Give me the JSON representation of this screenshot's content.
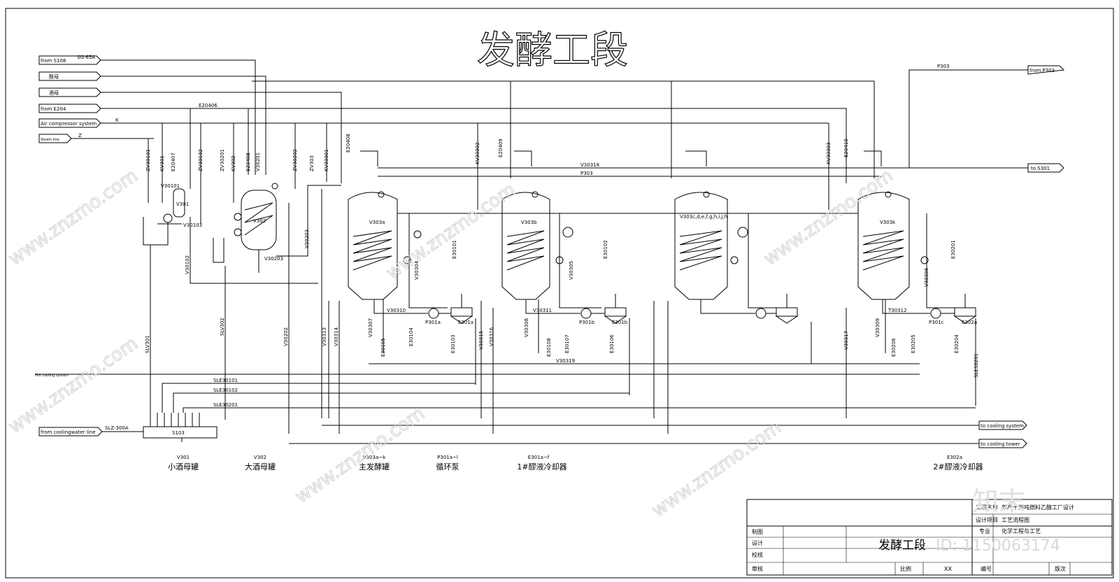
{
  "title": "发酵工段",
  "inlets": [
    {
      "label": "from S108",
      "line": "SG-65A"
    },
    {
      "label": "酸母"
    },
    {
      "label": "酒母"
    },
    {
      "label": "from E204",
      "line": "E20406"
    },
    {
      "label": "Air compressor system",
      "line": "K"
    },
    {
      "label": "Steam line",
      "line": "Z"
    }
  ],
  "outlets": {
    "top_right_in": "from P303",
    "top_right_line": "P303",
    "to_s301": "to S301",
    "cooling_system": "to cooling system",
    "cooling_tower": "to cooling tower",
    "coolingwater_in": "from coolingwater line",
    "coolingwater_line": "SLZ-300A",
    "hot_water": "Hot cooling system"
  },
  "header_lines": {
    "v30318": "V30318",
    "p303": "P303",
    "v30319": "V30319"
  },
  "tanks": [
    {
      "tag": "V303a"
    },
    {
      "tag": "V303b"
    },
    {
      "tag": "V303c,d,e,f,g,h,i,j,h"
    },
    {
      "tag": "V303k"
    }
  ],
  "small_vessels": {
    "v301": "V301",
    "v302": "V302",
    "s103": "S103"
  },
  "sle_lines": [
    "SLE30101",
    "SLE30102",
    "SLE30201"
  ],
  "legend": [
    {
      "tag": "V301",
      "name": "小酒母罐"
    },
    {
      "tag": "V302",
      "name": "大酒母罐"
    },
    {
      "tag": "V303a~k",
      "name": "主发酵罐"
    },
    {
      "tag": "P301a~l",
      "name": "循环泵"
    },
    {
      "tag": "E301a~f",
      "name": "1#醪液冷却器"
    },
    {
      "tag": "E302a",
      "name": "2#醪液冷却器"
    }
  ],
  "title_block": {
    "rows": [
      "制图",
      "设计",
      "校核",
      "审核"
    ],
    "project_label": "工程名称",
    "project_value": "年产十万吨燃料乙醇工厂设计",
    "design_label": "设计项目",
    "design_value": "工艺流程图",
    "major_label": "专业",
    "major_value": "化学工程与工艺",
    "drawing_title": "发酵工段",
    "scale_label": "比例",
    "scale_value": "XX",
    "number_label": "编号",
    "version_label": "版次"
  },
  "watermark": {
    "site": "www.znzmo.com",
    "brand": "知末",
    "id": "ID: 1150063174"
  }
}
